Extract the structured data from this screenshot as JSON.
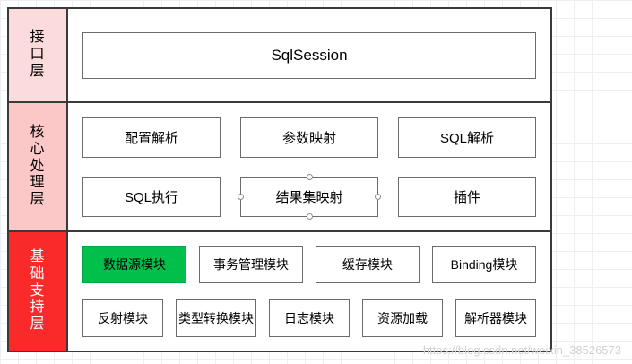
{
  "diagram": {
    "layers": [
      {
        "label_chars": [
          "接",
          "口",
          "层"
        ],
        "label_text": "接口层",
        "rows": [
          {
            "boxes": [
              {
                "text": "SqlSession",
                "highlight": false
              }
            ]
          }
        ]
      },
      {
        "label_chars": [
          "核",
          "心",
          "处",
          "理",
          "层"
        ],
        "label_text": "核心处理层",
        "rows": [
          {
            "boxes": [
              {
                "text": "配置解析",
                "highlight": false
              },
              {
                "text": "参数映射",
                "highlight": false
              },
              {
                "text": "SQL解析",
                "highlight": false
              }
            ]
          },
          {
            "boxes": [
              {
                "text": "SQL执行",
                "highlight": false
              },
              {
                "text": "结果集映射",
                "highlight": false,
                "anchors": true
              },
              {
                "text": "插件",
                "highlight": false
              }
            ]
          }
        ]
      },
      {
        "label_chars": [
          "基",
          "础",
          "支",
          "持",
          "层"
        ],
        "label_text": "基础支持层",
        "rows": [
          {
            "boxes": [
              {
                "text": "数据源模块",
                "highlight": true
              },
              {
                "text": "事务管理模块",
                "highlight": false
              },
              {
                "text": "缓存模块",
                "highlight": false
              },
              {
                "text": "Binding模块",
                "highlight": false
              }
            ]
          },
          {
            "boxes": [
              {
                "text": "反射模块",
                "highlight": false
              },
              {
                "text": "类型转换模块",
                "highlight": false
              },
              {
                "text": "日志模块",
                "highlight": false
              },
              {
                "text": "资源加载",
                "highlight": false
              },
              {
                "text": "解析器模块",
                "highlight": false
              }
            ]
          }
        ]
      }
    ]
  },
  "watermark": "https://blog.csdn.net/weixin_38526573",
  "colors": {
    "interface_label_bg": "#fbdbdb",
    "core_label_bg": "#fcc7c7",
    "base_label_bg": "#fa2a2a",
    "highlight_box_bg": "#00c04b",
    "border": "#3a3a3a"
  }
}
